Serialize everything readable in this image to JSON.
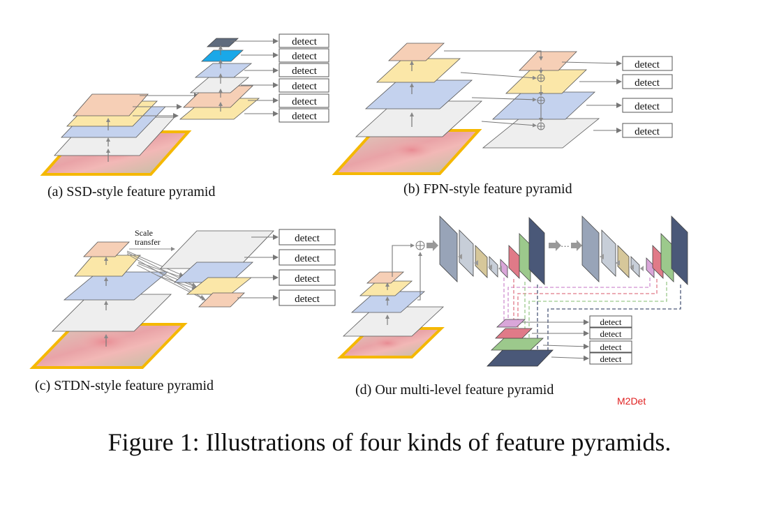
{
  "panels": {
    "a": {
      "caption": "(a) SSD-style feature pyramid"
    },
    "b": {
      "caption": "(b) FPN-style feature pyramid"
    },
    "c": {
      "caption": "(c) STDN-style feature pyramid",
      "scale_line1": "Scale",
      "scale_line2": "transfer"
    },
    "d": {
      "caption": "(d) Our multi-level feature pyramid"
    }
  },
  "detect_label": "detect",
  "ellipsis": "···",
  "m2det_tag": "M2Det",
  "figure_caption": "Figure 1: Illustrations of four kinds of feature pyramids.",
  "colors": {
    "peach": "#f6cfb6",
    "yellow": "#fbe7a8",
    "blue": "#c4d2ee",
    "gray": "#eeeeee",
    "cyan": "#1aa8e8",
    "slate": "#5f6b7d",
    "image_border": "#f5b800",
    "ufm_gray": "#98a4b8",
    "ufm_light": "#c7ced8",
    "ufm_tan": "#d6c79a",
    "ufm_pink": "#e07a88",
    "ufm_green": "#9cc98c",
    "ufm_navy": "#4a5878",
    "ufm_lilac": "#d9a6d9"
  }
}
